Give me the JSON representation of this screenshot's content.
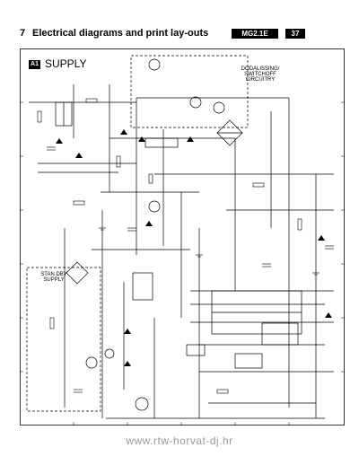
{
  "header": {
    "section_number": "7",
    "section_title": "Electrical diagrams and print lay-outs",
    "model": "MG2.1E",
    "page": "37"
  },
  "diagram": {
    "sheet_tag": "A1",
    "sheet_title": "SUPPLY",
    "dodal_label": "DODALISSING/ SWITCHOFF CIRCUITRY",
    "standby_label": "STAN DBY SUPPLY"
  },
  "footer": {
    "watermark": "www.rtw-horvat-dj.hr"
  }
}
